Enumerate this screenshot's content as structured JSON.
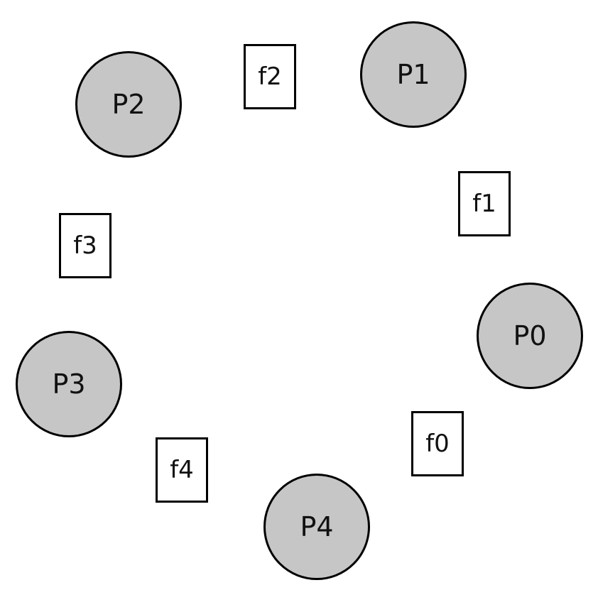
{
  "philosophers": [
    {
      "label": "P0"
    },
    {
      "label": "P1"
    },
    {
      "label": "P2"
    },
    {
      "label": "P3"
    },
    {
      "label": "P4"
    }
  ],
  "forks": [
    {
      "label": "f0"
    },
    {
      "label": "f1"
    },
    {
      "label": "f2"
    },
    {
      "label": "f3"
    },
    {
      "label": "f4"
    }
  ],
  "colors": {
    "philosopher_fill": "#c6c6c6",
    "fork_fill": "#ffffff",
    "stroke": "#000000"
  }
}
